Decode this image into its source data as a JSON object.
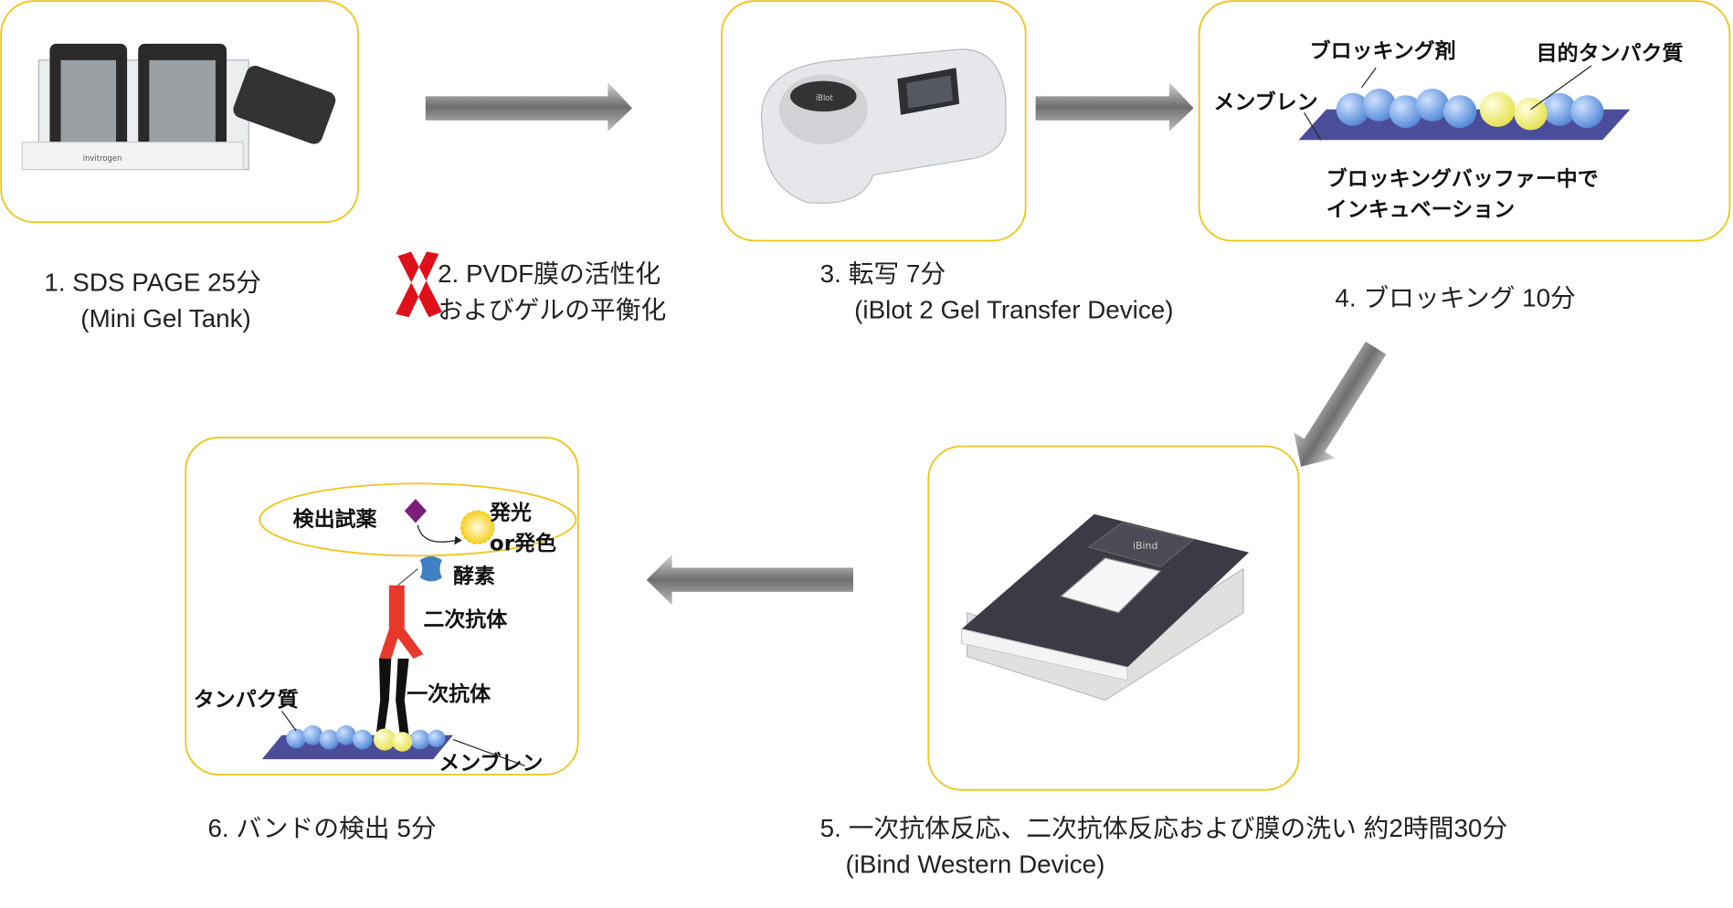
{
  "colors": {
    "box_border": "#f0c419",
    "arrow": "#7a7a7a",
    "membrane": "#4b4d9a",
    "bead": "#6f9fe0",
    "protein": "#f4f07a",
    "secondary_antibody": "#e8382b",
    "primary_antibody": "#111111",
    "cross": "#e0101a",
    "diamond": "#7a1e7a",
    "enzyme": "#3f7fc4"
  },
  "steps": [
    {
      "line1": "1. SDS PAGE 25分",
      "line2": "(Mini Gel Tank)"
    },
    {
      "line1": "2. PVDF膜の活性化",
      "line2": "およびゲルの平衡化",
      "skipped": true
    },
    {
      "line1": "3. 転写 7分",
      "line2": "(iBlot 2 Gel Transfer Device)"
    },
    {
      "line1": "4. ブロッキング 10分"
    },
    {
      "line1": "5. 一次抗体反応、二次抗体反応および膜の洗い 約2時間30分",
      "line2": "(iBind Western Device)"
    },
    {
      "line1": "6. バンドの検出 5分"
    }
  ],
  "blocking_diagram": {
    "blocking_agent": "ブロッキング剤",
    "target_protein": "目的タンパク質",
    "membrane": "メンブレン",
    "note_line1": "ブロッキングバッファー中で",
    "note_line2": "インキュベーション"
  },
  "detection_diagram": {
    "reagent": "検出試薬",
    "luminescence": "発光",
    "or_color": "or発色",
    "enzyme": "酵素",
    "secondary_antibody": "二次抗体",
    "primary_antibody": "一次抗体",
    "protein": "タンパク質",
    "membrane": "メンブレン"
  },
  "devices": {
    "iblot_logo": "iBlot",
    "ibind_logo": "iBind",
    "brand": "invitrogen"
  }
}
